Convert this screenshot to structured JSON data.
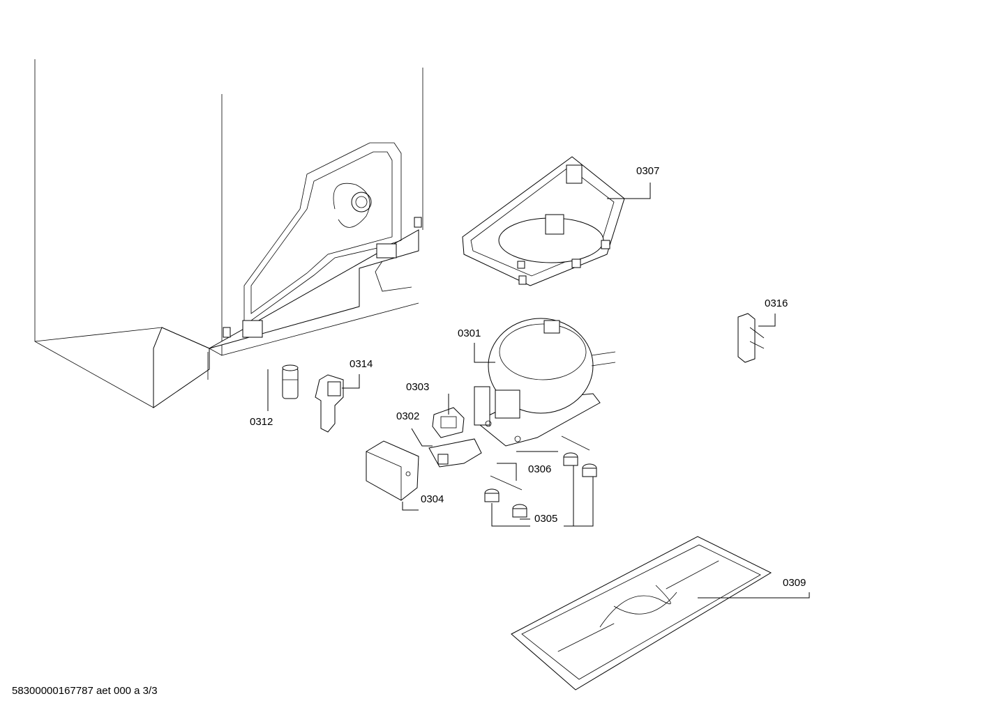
{
  "parts": [
    {
      "id": "0301"
    },
    {
      "id": "0302"
    },
    {
      "id": "0303"
    },
    {
      "id": "0304"
    },
    {
      "id": "0305"
    },
    {
      "id": "0306"
    },
    {
      "id": "0307"
    },
    {
      "id": "0309"
    },
    {
      "id": "0312"
    },
    {
      "id": "0314"
    },
    {
      "id": "0316"
    }
  ],
  "footer": "58300000167787 aet 000 a 3/3"
}
